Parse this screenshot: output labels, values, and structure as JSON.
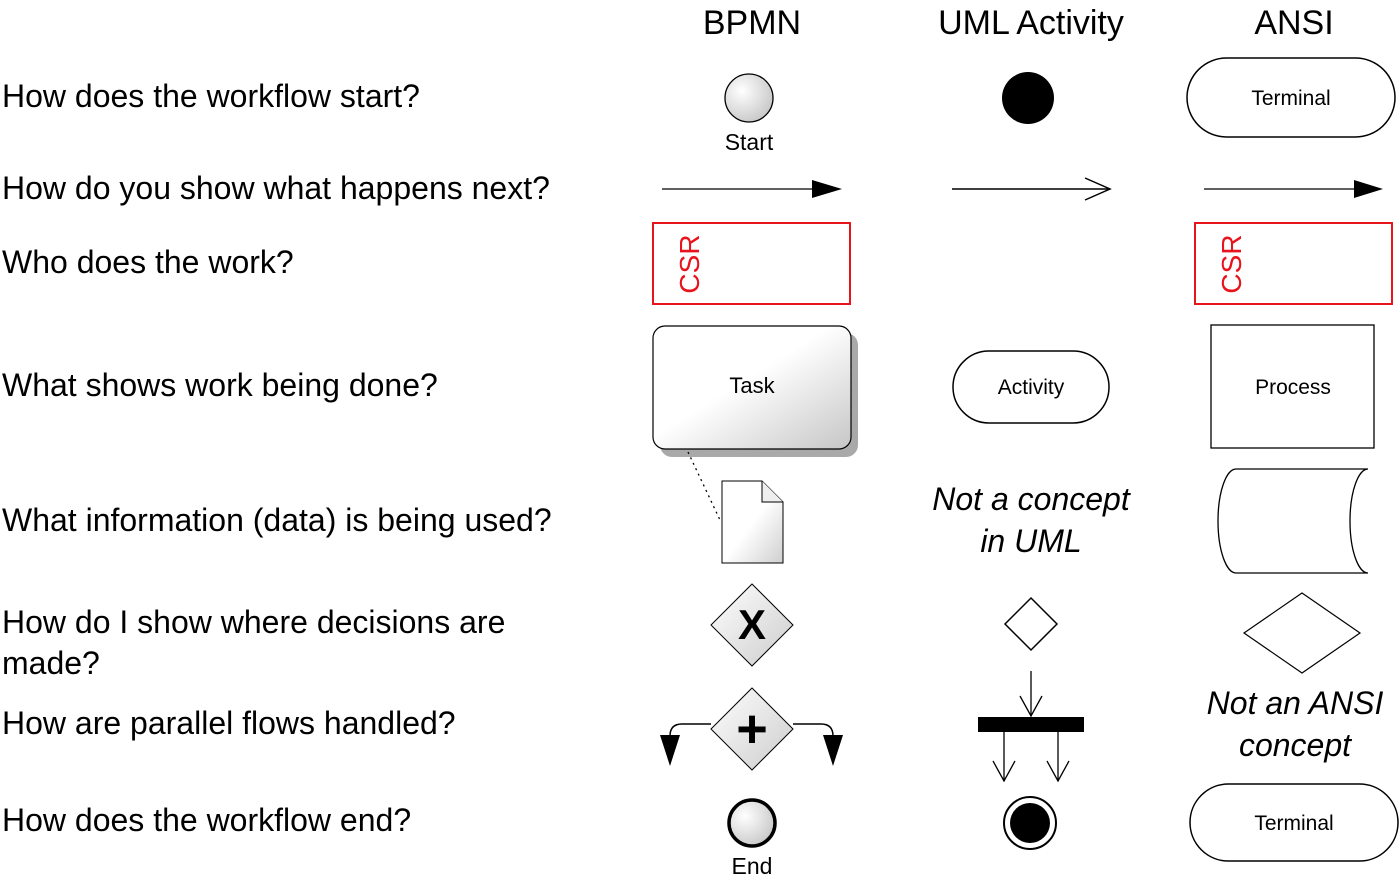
{
  "headers": {
    "bpmn": "BPMN",
    "uml": "UML Activity",
    "ansi": "ANSI"
  },
  "questions": {
    "start": "How does the workflow start?",
    "next": "How do you show what happens next?",
    "who": "Who does the work?",
    "work": "What shows work being done?",
    "data": "What information (data) is being used?",
    "decisions": "How do I show where decisions are made?",
    "parallel": "How are parallel flows handled?",
    "end": "How does the workflow end?"
  },
  "bpmn": {
    "start_label": "Start",
    "lane_label": "CSR",
    "task_label": "Task",
    "gateway_exclusive_mark": "X",
    "gateway_parallel_mark": "+",
    "end_label": "End"
  },
  "uml": {
    "activity_label": "Activity",
    "data_note_line1": "Not a concept",
    "data_note_line2": "in UML"
  },
  "ansi": {
    "terminal_start_label": "Terminal",
    "lane_label": "CSR",
    "process_label": "Process",
    "parallel_note_line1": "Not an ANSI",
    "parallel_note_line2": "concept",
    "terminal_end_label": "Terminal"
  },
  "colors": {
    "lane_red": "#e8141c",
    "ink": "#000000"
  }
}
